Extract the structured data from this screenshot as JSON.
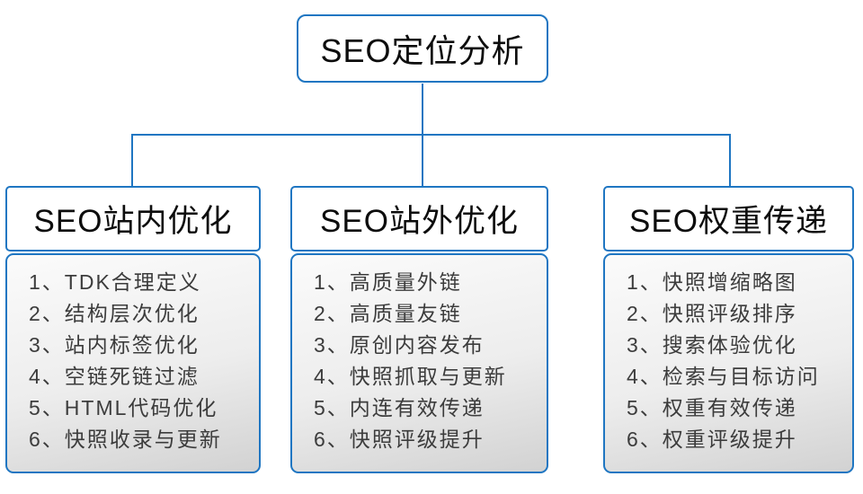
{
  "root": {
    "label": "SEO定位分析"
  },
  "branches": [
    {
      "title": "SEO站内优化",
      "items": [
        "1、TDK合理定义",
        "2、结构层次优化",
        "3、站内标签优化",
        "4、空链死链过滤",
        "5、HTML代码优化",
        "6、快照收录与更新"
      ]
    },
    {
      "title": "SEO站外优化",
      "items": [
        "1、高质量外链",
        "2、高质量友链",
        "3、原创内容发布",
        "4、快照抓取与更新",
        "5、内连有效传递",
        "6、快照评级提升"
      ]
    },
    {
      "title": "SEO权重传递",
      "items": [
        "1、快照增缩略图",
        "2、快照评级排序",
        "3、搜索体验优化",
        "4、检索与目标访问",
        "5、权重有效传递",
        "6、权重评级提升"
      ]
    }
  ],
  "colors": {
    "accent_blue": "#1f76c2",
    "panel_gradient_top": "#fbfbfb",
    "panel_gradient_bottom": "#d2d2d2",
    "heading_text": "#0d0d0d",
    "item_text": "#3c3c3c"
  }
}
